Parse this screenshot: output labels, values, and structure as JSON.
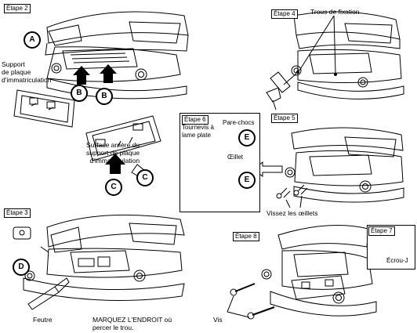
{
  "steps": {
    "s2": "Étape 2",
    "s3": "Étape 3",
    "s4": "Étape 4",
    "s5": "Étape 5",
    "s6": "Étape 6",
    "s7": "Étape 7",
    "s8": "Étape 8"
  },
  "callouts": {
    "a": "A",
    "b": "B",
    "c": "C",
    "d": "D",
    "e": "E"
  },
  "labels": {
    "support": "Support\nde plaque\nd'immatriculation",
    "rear_surface": "Surface arrière du\nsupport de plaque\nd'immatriculation",
    "mounting_holes": "Trous de fixation",
    "screwdriver": "Tournevis à\nlame plate",
    "bumper": "Pare-chocs",
    "grommet": "Œillet",
    "screw_grommets": "Vissez les œillets",
    "marker": "Feutre",
    "mark_location": "MARQUEZ L'ENDROIT où\npercer le trou.",
    "screws": "Vis",
    "j_nut": "Écrou-J"
  },
  "icons": [
    "up-arrow-icon",
    "down-arrow-icon",
    "left-arrow-icon",
    "screw-icon",
    "drill-icon",
    "marker-pen-icon",
    "j-nut-icon"
  ]
}
